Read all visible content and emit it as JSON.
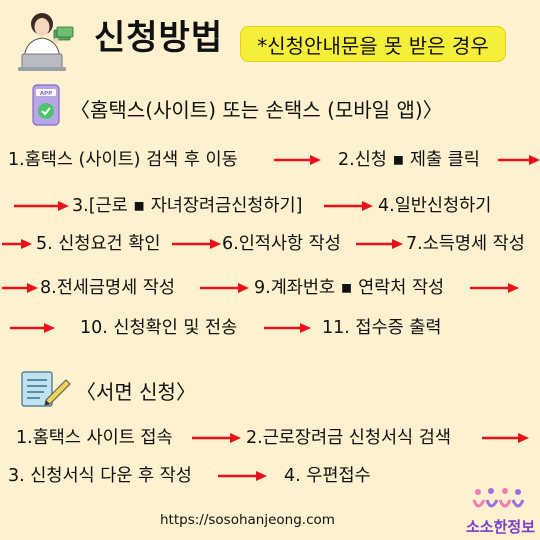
{
  "header": {
    "title": "신청방법",
    "notice": "*신청안내문을 못 받은 경우"
  },
  "online_section": {
    "heading": "〈홈택스(사이트) 또는 손택스 (모바일 앱)〉",
    "app_label": "APP",
    "steps": [
      "1.홈택스 (사이트) 검색 후 이동",
      "2.신청 ▪ 제출 클릭",
      "3.[근로 ▪ 자녀장려금신청하기]",
      "4.일반신청하기",
      "5. 신청요건 확인",
      "6.인적사항 작성",
      "7.소득명세 작성",
      "8.전세금명세 작성",
      "9.계좌번호 ▪ 연락처 작성",
      "10. 신청확인 및 전송",
      "11. 접수증 출력"
    ]
  },
  "paper_section": {
    "heading": "〈서면 신청〉",
    "steps": [
      "1.홈택스 사이트 접속",
      "2.근로장려금 신청서식 검색",
      "3. 신청서식 다운 후 작성",
      "4. 우편접수"
    ]
  },
  "footer": {
    "url": "https://sosohanjeong.com",
    "logo_text": "소소한정보"
  },
  "colors": {
    "background": "#fdf1cf",
    "arrow": "#e8101a",
    "badge": "#f6ef3a",
    "logo": "#7b3fc8"
  }
}
